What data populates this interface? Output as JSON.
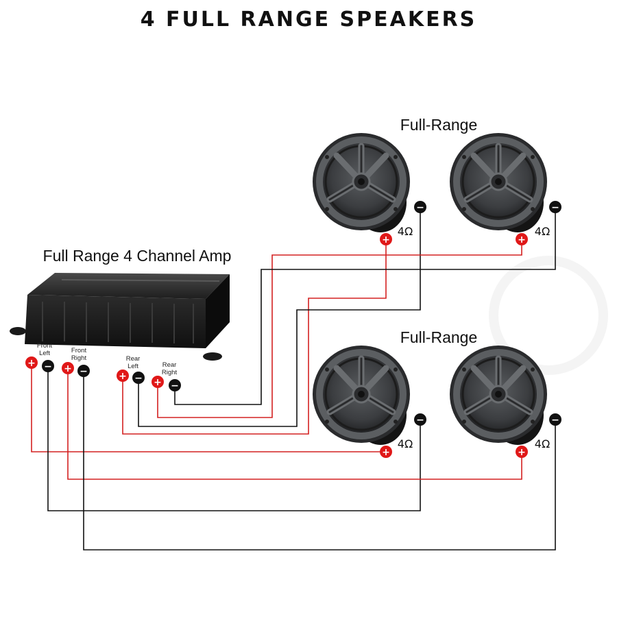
{
  "title": "4 FULL RANGE SPEAKERS",
  "amp": {
    "label": "Full Range 4 Channel Amp",
    "channels": [
      {
        "line1": "Front",
        "line2": "Left"
      },
      {
        "line1": "Front",
        "line2": "Right"
      },
      {
        "line1": "Rear",
        "line2": "Left"
      },
      {
        "line1": "Rear",
        "line2": "Right"
      }
    ]
  },
  "speaker_groups": [
    {
      "label": "Full-Range"
    },
    {
      "label": "Full-Range"
    }
  ],
  "speakers": [
    {
      "impedance": "4Ω"
    },
    {
      "impedance": "4Ω"
    },
    {
      "impedance": "4Ω"
    },
    {
      "impedance": "4Ω"
    }
  ],
  "terminals": {
    "positive": "+",
    "negative": "−"
  },
  "colors": {
    "positive_wire": "#d42020",
    "negative_wire": "#111111",
    "positive_terminal": "#e01818",
    "negative_terminal": "#111111"
  },
  "watermark": {
    "line1": "",
    "line2": ""
  }
}
